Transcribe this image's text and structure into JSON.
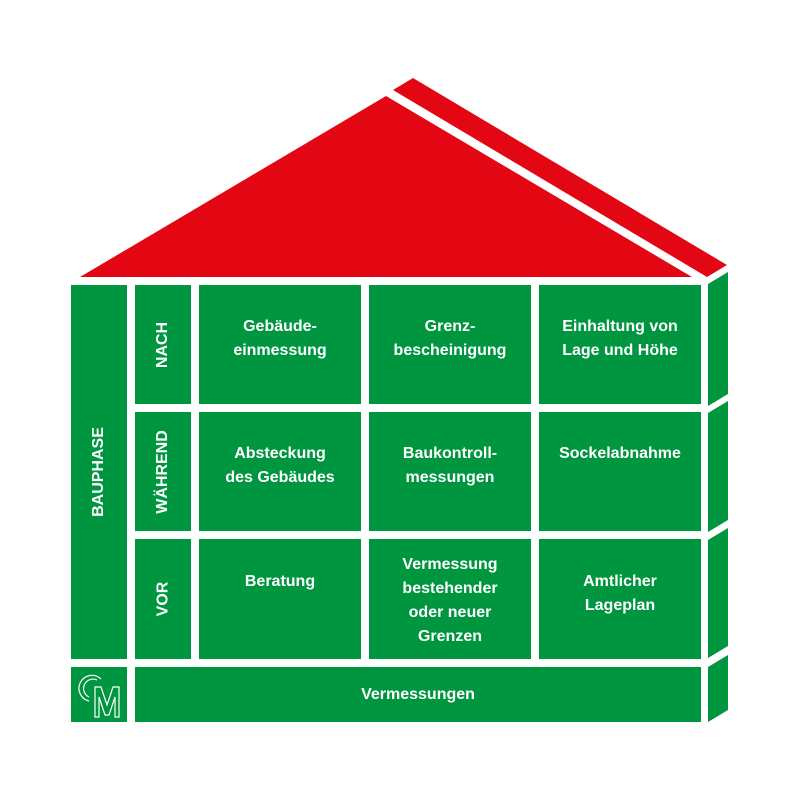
{
  "colors": {
    "green": "#009640",
    "red": "#e30613",
    "white": "#ffffff"
  },
  "axis_label": "BAUPHASE",
  "rows": [
    {
      "label": "NACH",
      "cells": [
        "Gebäude-\neinmessung",
        "Grenz-\nbescheinigung",
        "Einhaltung von\nLage und Höhe"
      ]
    },
    {
      "label": "WÄHREND",
      "cells": [
        "Absteckung\ndes Gebäudes",
        "Baukontroll-\nmessungen",
        "Sockelabnahme"
      ]
    },
    {
      "label": "VOR",
      "cells": [
        "Beratung",
        "Vermessung\nbestehender\noder neuer\nGrenzen",
        "Amtlicher\nLageplan"
      ]
    }
  ],
  "foundation": "Vermessungen",
  "logo": "OM"
}
